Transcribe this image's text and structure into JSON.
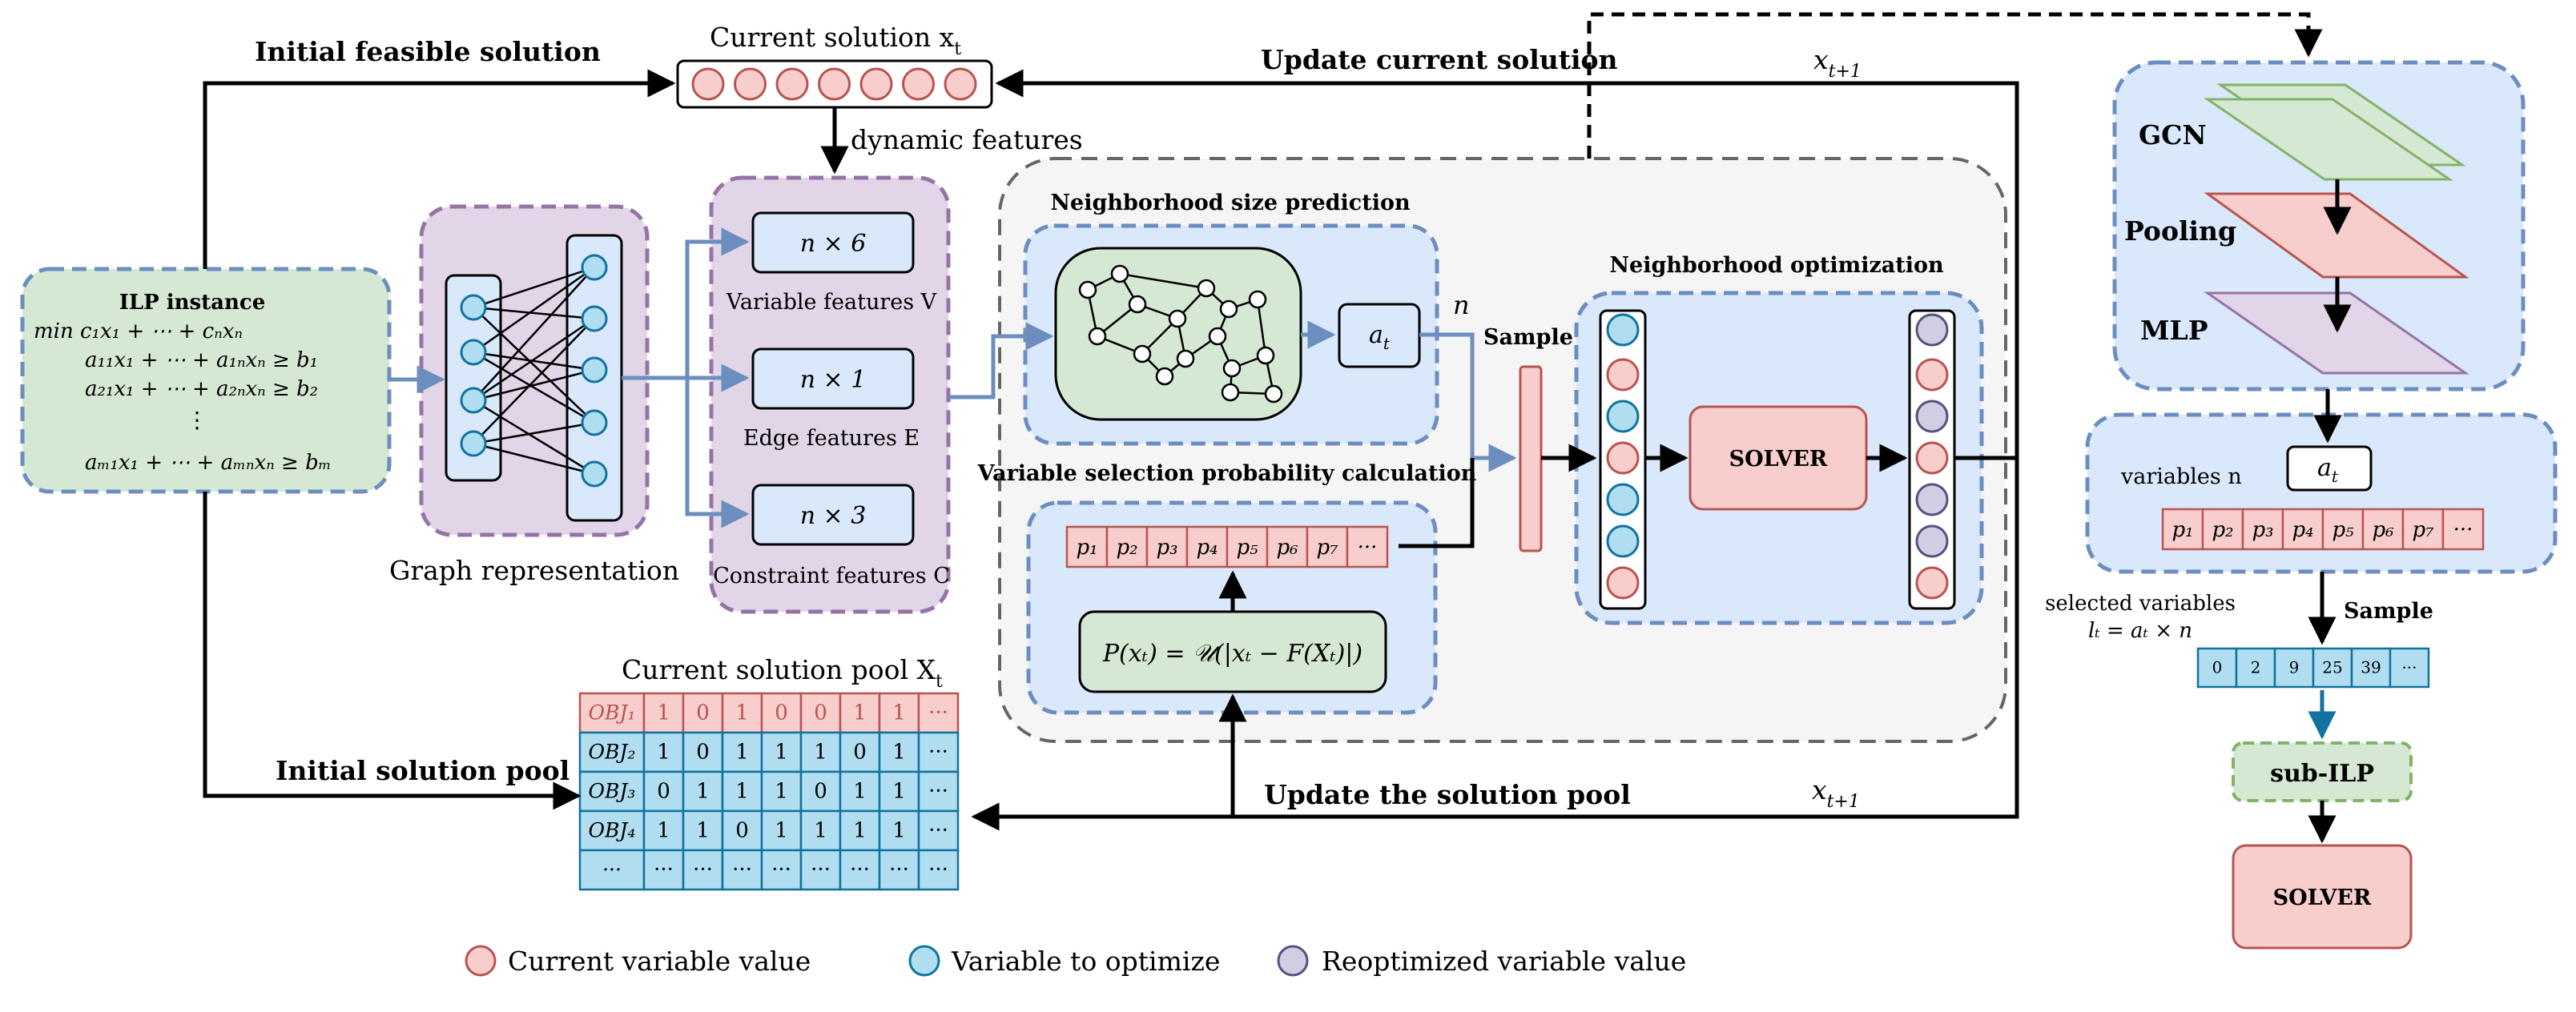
{
  "labels": {
    "initial_feasible": "Initial feasible solution",
    "current_solution": "Current solution x",
    "current_solution_sub": "t",
    "update_current": "Update current solution",
    "xt1_top": "x",
    "xt1_top_sub": "t+1",
    "dynamic_features": "dynamic features",
    "graph_representation": "Graph representation",
    "initial_pool": "Initial solution pool",
    "pool_title": "Current solution pool X",
    "pool_title_sub": "t",
    "update_pool": "Update the solution pool",
    "xt1_bottom": "x",
    "xt1_bottom_sub": "t+1",
    "n_label": "n",
    "sample_mid": "Sample"
  },
  "ilp": {
    "title": "ILP instance",
    "lines": [
      "min c₁x₁ + ⋯ + cₙxₙ",
      "a₁₁x₁ + ⋯ + a₁ₙxₙ ≥ b₁",
      "a₂₁x₁ + ⋯ + a₂ₙxₙ ≥ b₂",
      "⋮",
      "aₘ₁x₁ + ⋯ + aₘₙxₙ ≥ bₘ"
    ]
  },
  "features": {
    "variable": {
      "dim": "n × 6",
      "label": "Variable features V"
    },
    "edge": {
      "dim": "n × 1",
      "label": "Edge features E"
    },
    "constraint": {
      "dim": "n × 3",
      "label": "Constraint features C"
    }
  },
  "neigh_size": {
    "title": "Neighborhood size prediction",
    "at": "a",
    "at_sub": "t"
  },
  "var_selection": {
    "title": "Variable selection probability calculation",
    "probs": [
      "p₁",
      "p₂",
      "p₃",
      "p₄",
      "p₅",
      "p₆",
      "p₇",
      "···"
    ],
    "formula": "P(xₜ) = 𝒰(|xₜ − F(Xₜ)|)"
  },
  "neigh_opt": {
    "title": "Neighborhood optimization",
    "solver": "SOLVER"
  },
  "pool_table": {
    "rows": [
      {
        "label": "OBJ₁",
        "values": [
          "1",
          "0",
          "1",
          "0",
          "0",
          "1",
          "1",
          "···"
        ],
        "highlight": true
      },
      {
        "label": "OBJ₂",
        "values": [
          "1",
          "0",
          "1",
          "1",
          "1",
          "0",
          "1",
          "···"
        ],
        "highlight": false
      },
      {
        "label": "OBJ₃",
        "values": [
          "0",
          "1",
          "1",
          "1",
          "0",
          "1",
          "1",
          "···"
        ],
        "highlight": false
      },
      {
        "label": "OBJ₄",
        "values": [
          "1",
          "1",
          "0",
          "1",
          "1",
          "1",
          "1",
          "···"
        ],
        "highlight": false
      },
      {
        "label": "···",
        "values": [
          "···",
          "···",
          "···",
          "···",
          "···",
          "···",
          "···",
          "···"
        ],
        "highlight": false
      }
    ]
  },
  "right_panel": {
    "gcn": "GCN",
    "pooling": "Pooling",
    "mlp": "MLP",
    "variables_label": "variables n",
    "at": "a",
    "at_sub": "t",
    "probs": [
      "p₁",
      "p₂",
      "p₃",
      "p₄",
      "p₅",
      "p₆",
      "p₇",
      "···"
    ],
    "selected_line1": "selected variables",
    "selected_line2": "lₜ = aₜ × n",
    "sample": "Sample",
    "indices": [
      "0",
      "2",
      "9",
      "25",
      "39",
      "···"
    ],
    "sub_ilp": "sub-ILP",
    "solver": "SOLVER"
  },
  "legend": [
    {
      "label": "Current variable value",
      "color": "#f8cecc",
      "stroke": "#b85450"
    },
    {
      "label": "Variable to optimize",
      "color": "#b1ddf0",
      "stroke": "#10739e"
    },
    {
      "label": "Reoptimized variable value",
      "color": "#d0cee2",
      "stroke": "#56517e"
    }
  ],
  "colors": {
    "blue_fill": "#dae8fc",
    "blue_stroke": "#6c8ebf",
    "green_fill": "#d5e8d4",
    "green_stroke": "#82b366",
    "purple_fill": "#e1d5e7",
    "purple_stroke": "#9673a6",
    "red_fill": "#f8cecc",
    "red_stroke": "#b85450",
    "cyan_fill": "#b1ddf0",
    "cyan_stroke": "#10739e",
    "lav_fill": "#d0cee2",
    "lav_stroke": "#56517e",
    "gray_fill": "#f5f5f5",
    "gray_stroke": "#666666"
  }
}
